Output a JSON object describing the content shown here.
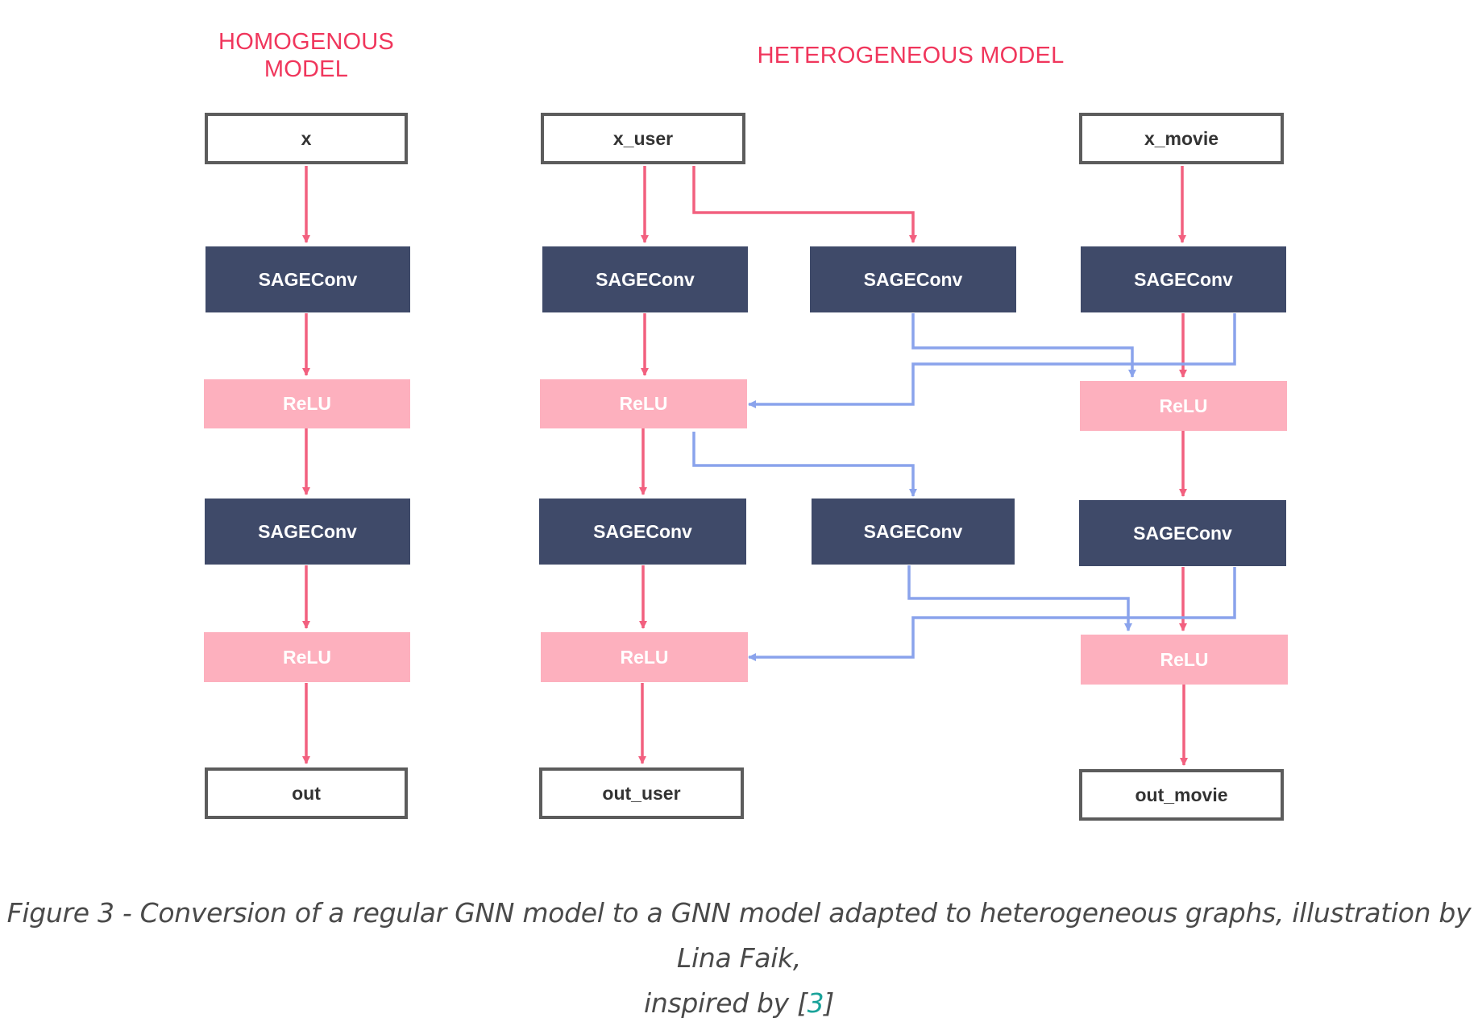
{
  "titles": {
    "homogenous_line1": "HOMOGENOUS",
    "homogenous_line2": "MODEL",
    "heterogeneous": "HETEROGENEOUS MODEL"
  },
  "nodes": {
    "hom_x": "x",
    "hom_conv1": "SAGEConv",
    "hom_relu1": "ReLU",
    "hom_conv2": "SAGEConv",
    "hom_relu2": "ReLU",
    "hom_out": "out",
    "x_user": "x_user",
    "x_movie": "x_movie",
    "user_conv1": "SAGEConv",
    "mid_conv1": "SAGEConv",
    "movie_conv1": "SAGEConv",
    "user_relu1": "ReLU",
    "movie_relu1": "ReLU",
    "user_conv2": "SAGEConv",
    "mid_conv2": "SAGEConv",
    "movie_conv2": "SAGEConv",
    "user_relu2": "ReLU",
    "movie_relu2": "ReLU",
    "out_user": "out_user",
    "out_movie": "out_movie"
  },
  "caption": {
    "line1": "Figure 3 - Conversion of a regular GNN model to a GNN model adapted to heterogeneous graphs, illustration by Lina Faik,",
    "line2_prefix": "inspired by [",
    "ref": "3",
    "line2_suffix": "]"
  },
  "colors": {
    "title": "#f0365c",
    "conv_fill": "#3f4a69",
    "relu_fill": "#fdb0be",
    "io_border": "#5c5c5c",
    "pink_arrow": "#f2607f",
    "blue_arrow": "#8aa3ec",
    "ref_link": "#1aa39a"
  }
}
